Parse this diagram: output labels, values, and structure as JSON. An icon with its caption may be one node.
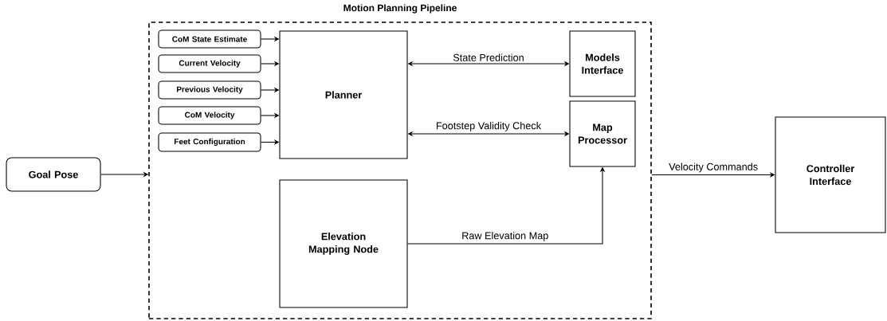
{
  "diagram": {
    "nodes": [
      {
        "text": [
          "Motion Planning Pipeline"
        ]
      },
      {
        "text": [
          "CoM State Estimate"
        ],
        "in": 0
      },
      {
        "text": [
          "Current Velocity"
        ],
        "in": 0
      },
      {
        "text": [
          "Previous Velocity"
        ],
        "in": 0
      },
      {
        "text": [
          "CoM Velocity"
        ],
        "in": 0
      },
      {
        "text": [
          "Feet Configuration"
        ],
        "in": 0
      },
      {
        "text": [
          "Planner"
        ],
        "in": 0
      },
      {
        "text": [
          "Models Interface"
        ],
        "in": 0
      },
      {
        "text": [
          "Map Processor"
        ],
        "in": 0
      },
      {
        "text": [
          "Elevation Mapping Node"
        ],
        "in": 0
      },
      {
        "text": [
          "Goal Pose"
        ]
      },
      {
        "text": [
          "Controller Interface"
        ]
      }
    ],
    "edges": [
      {
        "from": 1,
        "to": 6,
        "arrow": "to"
      },
      {
        "from": 2,
        "to": 6,
        "arrow": "to"
      },
      {
        "from": 3,
        "to": 6,
        "arrow": "to"
      },
      {
        "from": 4,
        "to": 6,
        "arrow": "to"
      },
      {
        "from": 5,
        "to": 6,
        "arrow": "to"
      },
      {
        "from": 6,
        "to": 7,
        "arrow": "both",
        "label": "State Prediction"
      },
      {
        "from": 6,
        "to": 8,
        "arrow": "both",
        "label": "Footstep Validity Check"
      },
      {
        "from": 9,
        "to": 8,
        "arrow": "to",
        "label": "Raw Elevation Map"
      },
      {
        "from": 10,
        "to": 0,
        "arrow": "to"
      },
      {
        "from": 0,
        "to": 11,
        "arrow": "to",
        "label": "Velocity Commands"
      }
    ]
  }
}
